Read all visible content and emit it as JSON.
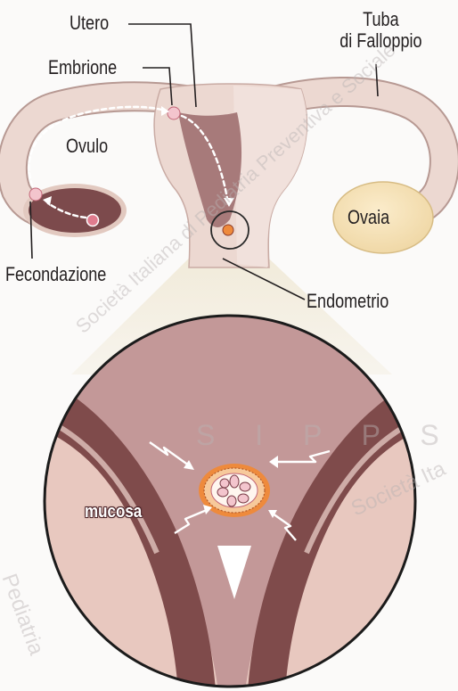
{
  "labels": {
    "utero": "Utero",
    "tuba": [
      "Tuba",
      "di Falloppio"
    ],
    "embrione": "Embrione",
    "ovulo": "Ovulo",
    "ovaia": "Ovaia",
    "fecondazione": "Fecondazione",
    "endometrio": "Endometrio",
    "mucosa": "mucosa"
  },
  "watermark": {
    "brand": "S I P P S",
    "texts": [
      "Società Italiana di Pediatria Preventiva e Sociale",
      "Pediatria",
      "Società Ita"
    ]
  },
  "colors": {
    "uterus_wall": "#ecd8d1",
    "uterus_inner": "#a77a7a",
    "tube": "#ecd8d1",
    "ovary_left": "#7c4a4c",
    "ovary_right": "#f4e2b8",
    "zoom_bg": "#c39898",
    "stripe_dark": "#7f4b4b",
    "stripe_light": "#e8c8bf",
    "mucosa_orange": "#ee8a3c"
  }
}
